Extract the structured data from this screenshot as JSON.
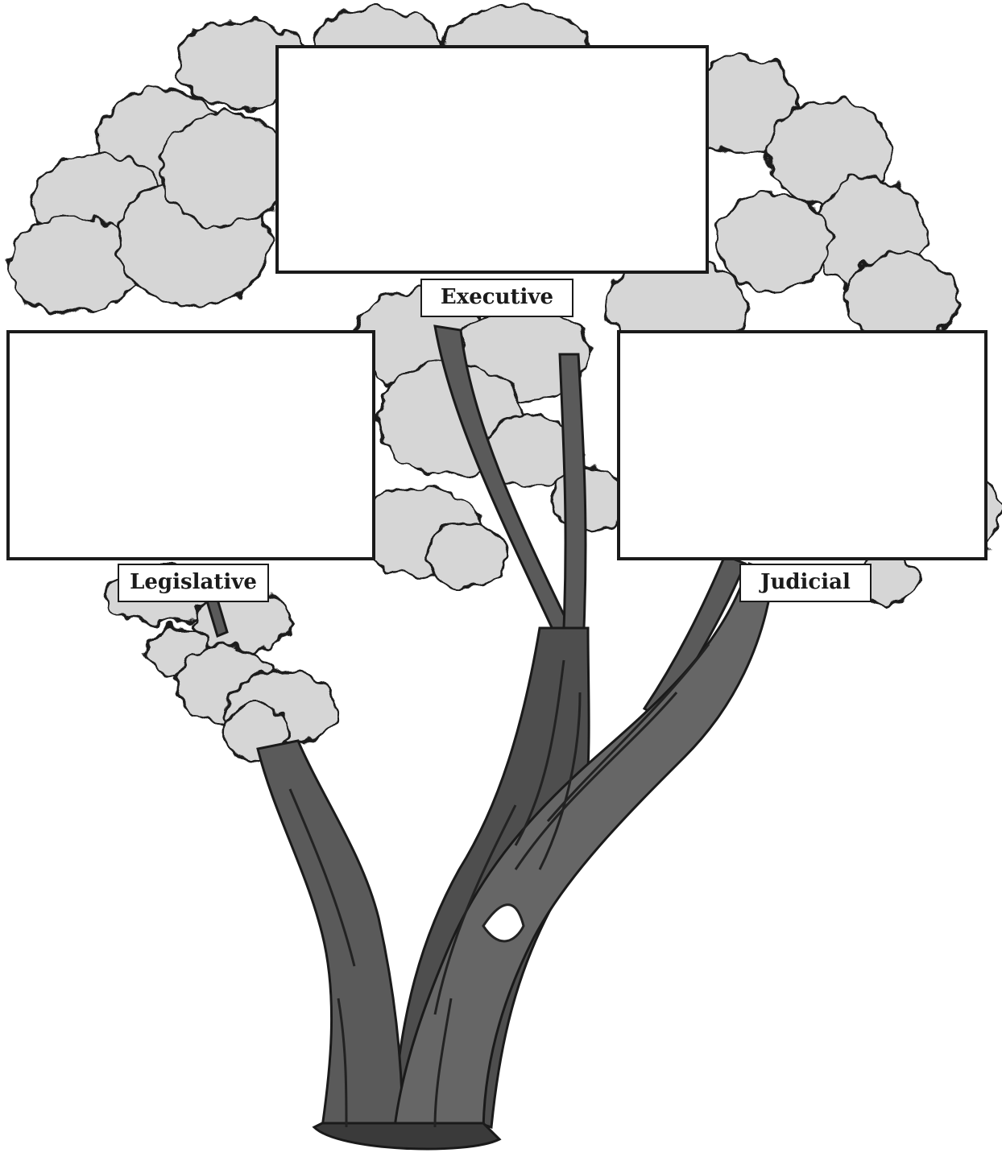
{
  "diagram": {
    "branches": [
      {
        "id": "executive",
        "label": "Executive",
        "answer": ""
      },
      {
        "id": "legislative",
        "label": "Legislative",
        "answer": ""
      },
      {
        "id": "judicial",
        "label": "Judicial",
        "answer": ""
      }
    ]
  },
  "colors": {
    "foliage_fill": "#d6d6d6",
    "foliage_stroke": "#1a1a1a",
    "trunk_fill": "#5a5a5a",
    "trunk_dark": "#2e2e2e",
    "box_fill": "#ffffff"
  }
}
